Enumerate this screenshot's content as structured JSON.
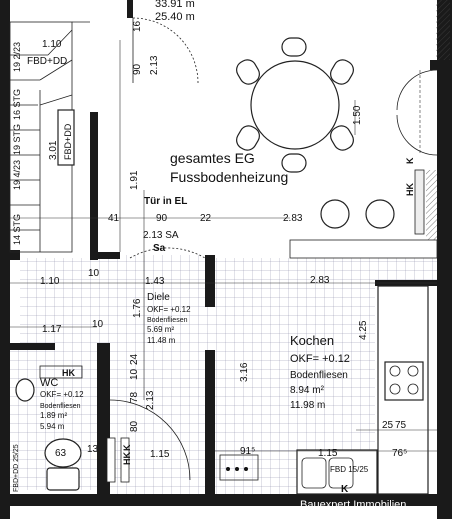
{
  "labels": {
    "area_top_1": "33.91 m",
    "area_top_2": "25.40 m",
    "heating_1": "gesamtes EG",
    "heating_2": "Fussbodenheizung",
    "door_el": "Tür in EL",
    "sa_dim": "2.13 SA",
    "sa": "Sa",
    "fbd_dd": "FBD+DD",
    "fbd_dd_v": "FBD+DD",
    "fbd_15": "FBD 15/25",
    "fbd_15_left": "FBD+DD 25/25",
    "stg_19": "19 STG",
    "stg_16": "16 STG",
    "stg_19_4": "19 4/23",
    "stg_14": "14 STG",
    "stg_19_2": "19 2/23",
    "hk_1": "HK",
    "hk_2": "HK",
    "hk_3": "HK",
    "k_1": "K",
    "k_2": "K",
    "k_3": "K",
    "diele": "Diele",
    "diele_okf": "OKF= +0.12",
    "diele_floor": "Bodenfliesen",
    "diele_area": "5.69 m²",
    "diele_perim": "11.48 m",
    "wc": "WC",
    "wc_okf": "OKF= +0.12",
    "wc_floor": "Bodenfliesen",
    "wc_area": "1.89 m²",
    "wc_perim": "5.94 m",
    "kochen": "Kochen",
    "kochen_okf": "OKF= +0.12",
    "kochen_floor": "Bodenfliesen",
    "kochen_area": "8.94 m²",
    "kochen_perim": "11.98 m",
    "watermark": "Bauexpert Immobilien"
  },
  "dims": {
    "d110": "1.10",
    "d16": "16",
    "d90": "90",
    "d213": "2.13",
    "d150": "1.50",
    "d301": "3.01",
    "d191": "1.91",
    "d41": "41",
    "d90b": "90",
    "d22": "22",
    "d283": "2.83",
    "d110b": "1.10",
    "d10": "10",
    "d143": "1.43",
    "d283b": "2.83",
    "d117": "1.17",
    "d10b": "10",
    "d176": "1.76",
    "d24": "24",
    "d10c": "10",
    "d316": "3.16",
    "d425": "4.25",
    "d78": "78",
    "d213b": "2.13",
    "d80": "80",
    "d13": "13",
    "d115": "1.15",
    "d91": "91⁵",
    "d115b": "1.15",
    "d25": "25",
    "d75": "75",
    "d76": "76⁵",
    "d63": "63"
  }
}
